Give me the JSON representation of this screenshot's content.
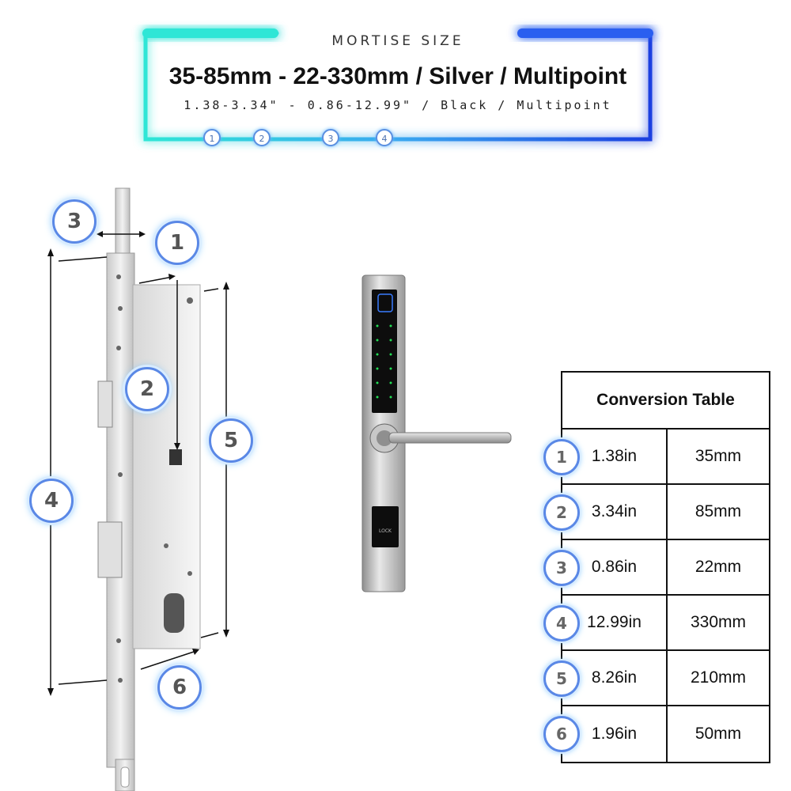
{
  "header": {
    "label": "MORTISE SIZE",
    "title": "35-85mm - 22-330mm / Silver / Multipoint",
    "subtitle": "1.38-3.34\" - 0.86-12.99\" / Black / Multipoint",
    "dots": [
      "1",
      "2",
      "3",
      "4"
    ],
    "colors": {
      "left": "#2ee6d6",
      "right": "#1a3fe0"
    }
  },
  "diagram": {
    "badges": [
      "1",
      "2",
      "3",
      "4",
      "5",
      "6"
    ]
  },
  "handle": {
    "lock_label": "LOCK"
  },
  "table": {
    "title": "Conversion Table",
    "rows": [
      {
        "num": "1",
        "inches": "1.38in",
        "mm": "35mm"
      },
      {
        "num": "2",
        "inches": "3.34in",
        "mm": "85mm"
      },
      {
        "num": "3",
        "inches": "0.86in",
        "mm": "22mm"
      },
      {
        "num": "4",
        "inches": "12.99in",
        "mm": "330mm"
      },
      {
        "num": "5",
        "inches": "8.26in",
        "mm": "210mm"
      },
      {
        "num": "6",
        "inches": "1.96in",
        "mm": "50mm"
      }
    ]
  }
}
